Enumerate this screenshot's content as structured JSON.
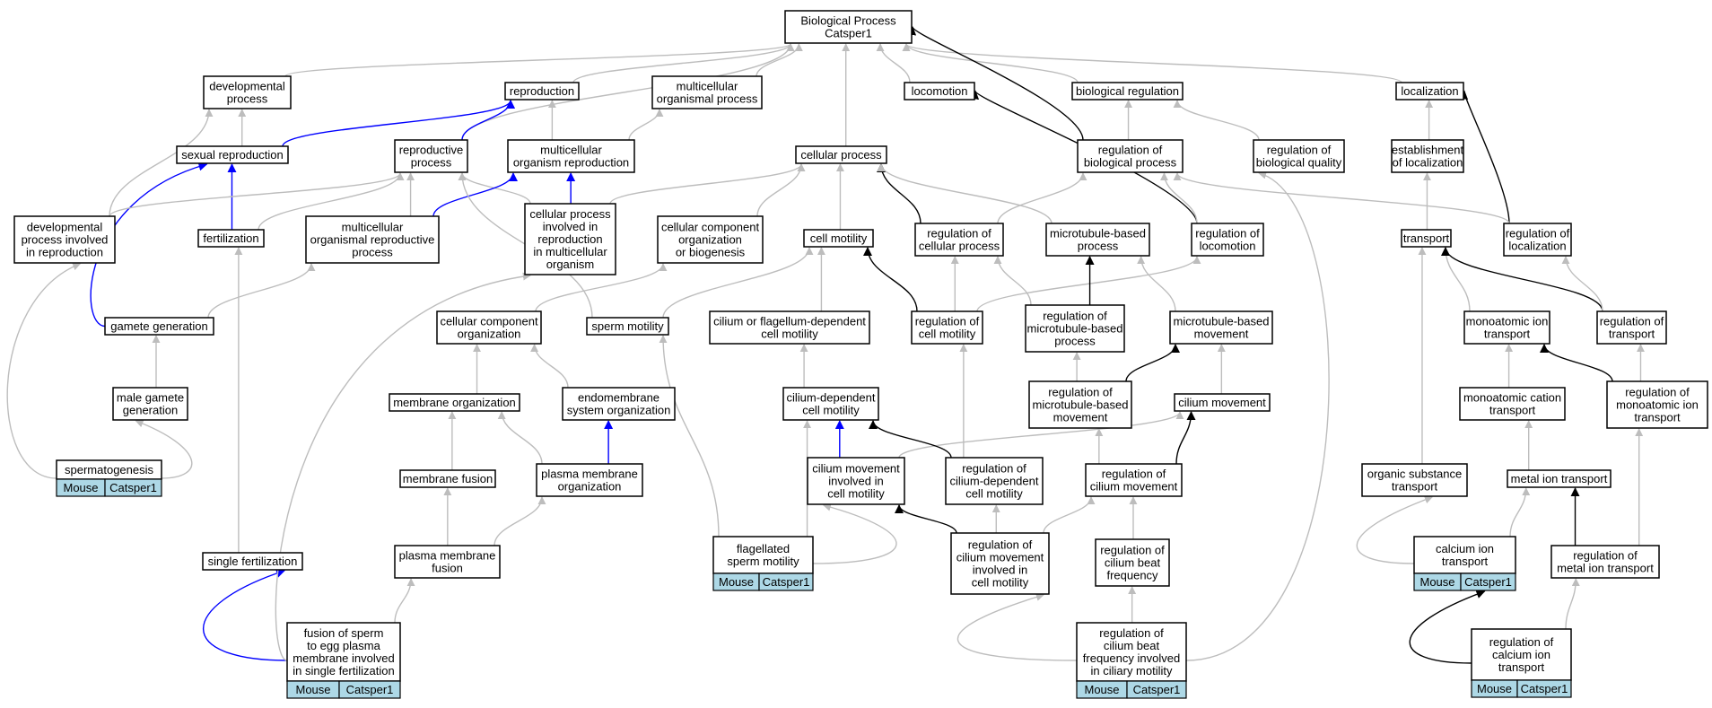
{
  "colors": {
    "is_a": "#bdbdbd",
    "part_of": "#0000ff",
    "regulates": "#000000",
    "annotation": "#add8e6"
  },
  "nodes": [
    {
      "id": "bp",
      "lines": [
        "Biological Process",
        "Catsper1"
      ]
    },
    {
      "id": "devproc",
      "lines": [
        "developmental",
        "process"
      ]
    },
    {
      "id": "repro",
      "lines": [
        "reproduction"
      ]
    },
    {
      "id": "mop",
      "lines": [
        "multicellular",
        "organismal process"
      ]
    },
    {
      "id": "locomotion",
      "lines": [
        "locomotion"
      ]
    },
    {
      "id": "bioreg",
      "lines": [
        "biological regulation"
      ]
    },
    {
      "id": "localization",
      "lines": [
        "localization"
      ]
    },
    {
      "id": "sexrepro",
      "lines": [
        "sexual reproduction"
      ]
    },
    {
      "id": "reproproc",
      "lines": [
        "reproductive",
        "process"
      ]
    },
    {
      "id": "mor",
      "lines": [
        "multicellular",
        "organism reproduction"
      ]
    },
    {
      "id": "cellproc",
      "lines": [
        "cellular process"
      ]
    },
    {
      "id": "regbp",
      "lines": [
        "regulation of",
        "biological process"
      ]
    },
    {
      "id": "regbq",
      "lines": [
        "regulation of",
        "biological quality"
      ]
    },
    {
      "id": "estloc",
      "lines": [
        "establishment",
        "of localization"
      ]
    },
    {
      "id": "devinrepro",
      "lines": [
        "developmental",
        "process involved",
        "in reproduction"
      ]
    },
    {
      "id": "fert",
      "lines": [
        "fertilization"
      ]
    },
    {
      "id": "morp",
      "lines": [
        "multicellular",
        "organismal reproductive",
        "process"
      ]
    },
    {
      "id": "cpirmo",
      "lines": [
        "cellular process",
        "involved in",
        "reproduction",
        "in multicellular",
        "organism"
      ]
    },
    {
      "id": "ccob",
      "lines": [
        "cellular component",
        "organization",
        "or biogenesis"
      ]
    },
    {
      "id": "cellmot",
      "lines": [
        "cell motility"
      ]
    },
    {
      "id": "regcp",
      "lines": [
        "regulation of",
        "cellular process"
      ]
    },
    {
      "id": "mtbp",
      "lines": [
        "microtubule-based",
        "process"
      ]
    },
    {
      "id": "regloco",
      "lines": [
        "regulation of",
        "locomotion"
      ]
    },
    {
      "id": "transport",
      "lines": [
        "transport"
      ]
    },
    {
      "id": "regloc",
      "lines": [
        "regulation of",
        "localization"
      ]
    },
    {
      "id": "gametegen",
      "lines": [
        "gamete generation"
      ]
    },
    {
      "id": "cco",
      "lines": [
        "cellular component",
        "organization"
      ]
    },
    {
      "id": "spermmot",
      "lines": [
        "sperm motility"
      ]
    },
    {
      "id": "cfdcm",
      "lines": [
        "cilium or flagellum-dependent",
        "cell motility"
      ]
    },
    {
      "id": "regcm",
      "lines": [
        "regulation of",
        "cell motility"
      ]
    },
    {
      "id": "regmtbp",
      "lines": [
        "regulation of",
        "microtubule-based",
        "process"
      ]
    },
    {
      "id": "mtbm",
      "lines": [
        "microtubule-based",
        "movement"
      ]
    },
    {
      "id": "mait",
      "lines": [
        "monoatomic ion",
        "transport"
      ]
    },
    {
      "id": "regtrans",
      "lines": [
        "regulation of",
        "transport"
      ]
    },
    {
      "id": "malegam",
      "lines": [
        "male gamete",
        "generation"
      ]
    },
    {
      "id": "memorg",
      "lines": [
        "membrane organization"
      ]
    },
    {
      "id": "endomem",
      "lines": [
        "endomembrane",
        "system organization"
      ]
    },
    {
      "id": "cdcm",
      "lines": [
        "cilium-dependent",
        "cell motility"
      ]
    },
    {
      "id": "regmtbm",
      "lines": [
        "regulation of",
        "microtubule-based",
        "movement"
      ]
    },
    {
      "id": "cilmov",
      "lines": [
        "cilium movement"
      ]
    },
    {
      "id": "mact",
      "lines": [
        "monoatomic cation",
        "transport"
      ]
    },
    {
      "id": "regmait",
      "lines": [
        "regulation of",
        "monoatomic ion",
        "transport"
      ]
    },
    {
      "id": "spermato",
      "lines": [
        "spermatogenesis"
      ],
      "annot": [
        "Mouse",
        "Catsper1"
      ]
    },
    {
      "id": "memfus",
      "lines": [
        "membrane fusion"
      ]
    },
    {
      "id": "pmorg",
      "lines": [
        "plasma membrane",
        "organization"
      ]
    },
    {
      "id": "cmicm",
      "lines": [
        "cilium movement",
        "involved in",
        "cell motility"
      ]
    },
    {
      "id": "regcdcm",
      "lines": [
        "regulation of",
        "cilium-dependent",
        "cell motility"
      ]
    },
    {
      "id": "regcilmov",
      "lines": [
        "regulation of",
        "cilium movement"
      ]
    },
    {
      "id": "orgsub",
      "lines": [
        "organic substance",
        "transport"
      ]
    },
    {
      "id": "metion",
      "lines": [
        "metal ion transport"
      ]
    },
    {
      "id": "singlefert",
      "lines": [
        "single fertilization"
      ]
    },
    {
      "id": "pmfus",
      "lines": [
        "plasma membrane",
        "fusion"
      ]
    },
    {
      "id": "flagsperm",
      "lines": [
        "flagellated",
        "sperm motility"
      ],
      "annot": [
        "Mouse",
        "Catsper1"
      ]
    },
    {
      "id": "regcmicm",
      "lines": [
        "regulation of",
        "cilium movement",
        "involved in",
        "cell motility"
      ]
    },
    {
      "id": "regcbf",
      "lines": [
        "regulation of",
        "cilium beat",
        "frequency"
      ]
    },
    {
      "id": "caion",
      "lines": [
        "calcium ion",
        "transport"
      ],
      "annot": [
        "Mouse",
        "Catsper1"
      ]
    },
    {
      "id": "regmetion",
      "lines": [
        "regulation of",
        "metal ion transport"
      ]
    },
    {
      "id": "fusion",
      "lines": [
        "fusion of sperm",
        "to egg plasma",
        "membrane involved",
        "in single fertilization"
      ],
      "annot": [
        "Mouse",
        "Catsper1"
      ]
    },
    {
      "id": "regcbfcm",
      "lines": [
        "regulation of",
        "cilium beat",
        "frequency involved",
        "in ciliary motility"
      ],
      "annot": [
        "Mouse",
        "Catsper1"
      ]
    },
    {
      "id": "regcaion",
      "lines": [
        "regulation of",
        "calcium ion",
        "transport"
      ],
      "annot": [
        "Mouse",
        "Catsper1"
      ]
    }
  ],
  "edges": [
    {
      "from": "devproc",
      "to": "bp",
      "type": "is_a"
    },
    {
      "from": "repro",
      "to": "bp",
      "type": "is_a"
    },
    {
      "from": "mop",
      "to": "bp",
      "type": "is_a"
    },
    {
      "from": "locomotion",
      "to": "bp",
      "type": "is_a"
    },
    {
      "from": "bioreg",
      "to": "bp",
      "type": "is_a"
    },
    {
      "from": "localization",
      "to": "bp",
      "type": "is_a"
    },
    {
      "from": "cellproc",
      "to": "bp",
      "type": "is_a"
    },
    {
      "from": "reproproc",
      "to": "bp",
      "type": "is_a"
    },
    {
      "from": "regbp",
      "to": "bp",
      "type": "regulates"
    },
    {
      "from": "sexrepro",
      "to": "repro",
      "type": "part_of"
    },
    {
      "from": "reproproc",
      "to": "repro",
      "type": "part_of"
    },
    {
      "from": "mor",
      "to": "repro",
      "type": "is_a"
    },
    {
      "from": "mor",
      "to": "mop",
      "type": "is_a"
    },
    {
      "from": "sexrepro",
      "to": "devproc",
      "type": "is_a"
    },
    {
      "from": "devinrepro",
      "to": "devproc",
      "type": "is_a"
    },
    {
      "from": "regbp",
      "to": "bioreg",
      "type": "is_a"
    },
    {
      "from": "regbq",
      "to": "bioreg",
      "type": "is_a"
    },
    {
      "from": "estloc",
      "to": "localization",
      "type": "is_a"
    },
    {
      "from": "regloc",
      "to": "localization",
      "type": "regulates"
    },
    {
      "from": "regloco",
      "to": "locomotion",
      "type": "regulates"
    },
    {
      "from": "regloco",
      "to": "regbp",
      "type": "is_a"
    },
    {
      "from": "regcp",
      "to": "regbp",
      "type": "is_a"
    },
    {
      "from": "regloc",
      "to": "regbp",
      "type": "is_a"
    },
    {
      "from": "transport",
      "to": "estloc",
      "type": "is_a"
    },
    {
      "from": "fert",
      "to": "sexrepro",
      "type": "part_of"
    },
    {
      "from": "gametegen",
      "to": "sexrepro",
      "type": "part_of"
    },
    {
      "from": "fert",
      "to": "reproproc",
      "type": "is_a"
    },
    {
      "from": "morp",
      "to": "reproproc",
      "type": "is_a"
    },
    {
      "from": "cpirmo",
      "to": "reproproc",
      "type": "is_a"
    },
    {
      "from": "devinrepro",
      "to": "reproproc",
      "type": "is_a"
    },
    {
      "from": "morp",
      "to": "mor",
      "type": "part_of"
    },
    {
      "from": "cpirmo",
      "to": "mor",
      "type": "part_of"
    },
    {
      "from": "cpirmo",
      "to": "cellproc",
      "type": "is_a"
    },
    {
      "from": "ccob",
      "to": "cellproc",
      "type": "is_a"
    },
    {
      "from": "cellmot",
      "to": "cellproc",
      "type": "is_a"
    },
    {
      "from": "regcp",
      "to": "cellproc",
      "type": "regulates"
    },
    {
      "from": "mtbp",
      "to": "cellproc",
      "type": "is_a"
    },
    {
      "from": "gametegen",
      "to": "morp",
      "type": "is_a"
    },
    {
      "from": "spermmot",
      "to": "reproproc",
      "type": "is_a"
    },
    {
      "from": "spermmot",
      "to": "cellmot",
      "type": "is_a"
    },
    {
      "from": "cfdcm",
      "to": "cellmot",
      "type": "is_a"
    },
    {
      "from": "regcm",
      "to": "cellmot",
      "type": "regulates"
    },
    {
      "from": "regcm",
      "to": "regcp",
      "type": "is_a"
    },
    {
      "from": "regcm",
      "to": "regloco",
      "type": "is_a"
    },
    {
      "from": "regmtbp",
      "to": "mtbp",
      "type": "regulates"
    },
    {
      "from": "regmtbp",
      "to": "regcp",
      "type": "is_a"
    },
    {
      "from": "mtbm",
      "to": "mtbp",
      "type": "is_a"
    },
    {
      "from": "mait",
      "to": "transport",
      "type": "is_a"
    },
    {
      "from": "regtrans",
      "to": "transport",
      "type": "regulates"
    },
    {
      "from": "regtrans",
      "to": "regloc",
      "type": "is_a"
    },
    {
      "from": "cco",
      "to": "ccob",
      "type": "is_a"
    },
    {
      "from": "malegam",
      "to": "gametegen",
      "type": "is_a"
    },
    {
      "from": "memorg",
      "to": "cco",
      "type": "is_a"
    },
    {
      "from": "endomem",
      "to": "cco",
      "type": "is_a"
    },
    {
      "from": "cdcm",
      "to": "cfdcm",
      "type": "is_a"
    },
    {
      "from": "regmtbm",
      "to": "mtbm",
      "type": "regulates"
    },
    {
      "from": "regmtbm",
      "to": "regmtbp",
      "type": "is_a"
    },
    {
      "from": "cilmov",
      "to": "mtbm",
      "type": "is_a"
    },
    {
      "from": "mact",
      "to": "mait",
      "type": "is_a"
    },
    {
      "from": "regmait",
      "to": "mait",
      "type": "regulates"
    },
    {
      "from": "regmait",
      "to": "regtrans",
      "type": "is_a"
    },
    {
      "from": "spermato",
      "to": "malegam",
      "type": "is_a"
    },
    {
      "from": "spermato",
      "to": "devinrepro",
      "type": "is_a"
    },
    {
      "from": "memfus",
      "to": "memorg",
      "type": "is_a"
    },
    {
      "from": "pmorg",
      "to": "memorg",
      "type": "is_a"
    },
    {
      "from": "pmorg",
      "to": "endomem",
      "type": "part_of"
    },
    {
      "from": "cmicm",
      "to": "cdcm",
      "type": "part_of"
    },
    {
      "from": "cmicm",
      "to": "cilmov",
      "type": "is_a"
    },
    {
      "from": "regcdcm",
      "to": "cdcm",
      "type": "regulates"
    },
    {
      "from": "regcdcm",
      "to": "regcm",
      "type": "is_a"
    },
    {
      "from": "regcilmov",
      "to": "cilmov",
      "type": "regulates"
    },
    {
      "from": "regcilmov",
      "to": "regmtbm",
      "type": "is_a"
    },
    {
      "from": "orgsub",
      "to": "transport",
      "type": "is_a"
    },
    {
      "from": "metion",
      "to": "mact",
      "type": "is_a"
    },
    {
      "from": "singlefert",
      "to": "fert",
      "type": "is_a"
    },
    {
      "from": "pmfus",
      "to": "memfus",
      "type": "is_a"
    },
    {
      "from": "pmfus",
      "to": "pmorg",
      "type": "is_a"
    },
    {
      "from": "flagsperm",
      "to": "spermmot",
      "type": "is_a"
    },
    {
      "from": "flagsperm",
      "to": "cdcm",
      "type": "is_a"
    },
    {
      "from": "flagsperm",
      "to": "cmicm",
      "type": "is_a"
    },
    {
      "from": "regcmicm",
      "to": "cmicm",
      "type": "regulates"
    },
    {
      "from": "regcmicm",
      "to": "regcdcm",
      "type": "is_a"
    },
    {
      "from": "regcmicm",
      "to": "regcilmov",
      "type": "is_a"
    },
    {
      "from": "regcbf",
      "to": "regcilmov",
      "type": "is_a"
    },
    {
      "from": "caion",
      "to": "metion",
      "type": "is_a"
    },
    {
      "from": "caion",
      "to": "orgsub",
      "type": "is_a"
    },
    {
      "from": "regmetion",
      "to": "metion",
      "type": "regulates"
    },
    {
      "from": "regmetion",
      "to": "regmait",
      "type": "is_a"
    },
    {
      "from": "fusion",
      "to": "singlefert",
      "type": "part_of"
    },
    {
      "from": "fusion",
      "to": "pmfus",
      "type": "is_a"
    },
    {
      "from": "fusion",
      "to": "cpirmo",
      "type": "is_a"
    },
    {
      "from": "regcbfcm",
      "to": "regcbf",
      "type": "is_a"
    },
    {
      "from": "regcbfcm",
      "to": "regcmicm",
      "type": "is_a"
    },
    {
      "from": "regcbfcm",
      "to": "regbq",
      "type": "is_a"
    },
    {
      "from": "regcaion",
      "to": "caion",
      "type": "regulates"
    },
    {
      "from": "regcaion",
      "to": "regmetion",
      "type": "is_a"
    }
  ]
}
